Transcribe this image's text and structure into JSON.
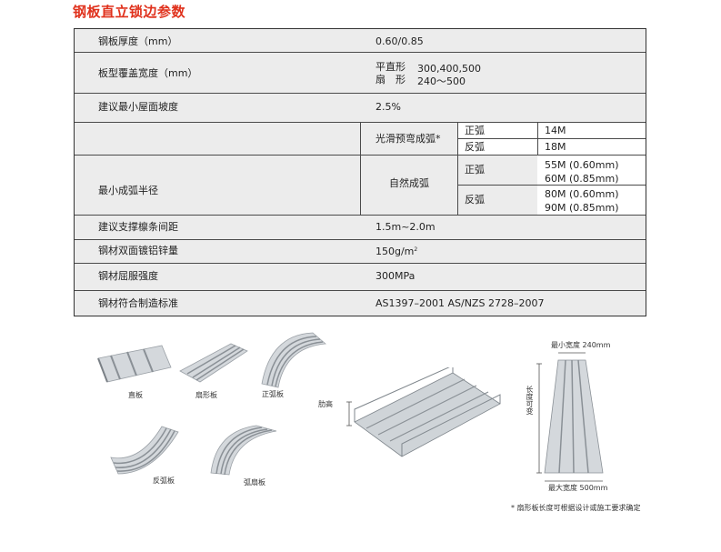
{
  "title": "钢板直立锁边参数",
  "table": {
    "thickness": {
      "label": "钢板厚度（mm）",
      "value": "0.60/0.85"
    },
    "coverage": {
      "label": "板型覆盖宽度（mm）",
      "straight_label": "平直形",
      "straight_value": "300,400,500",
      "fan_label": "扇　形",
      "fan_value": "240～500"
    },
    "slope": {
      "label": "建议最小屋面坡度",
      "value": "2.5%"
    },
    "radius": {
      "label": "最小成弧半径",
      "smooth_label": "光滑预弯成弧*",
      "smooth_pos_label": "正弧",
      "smooth_pos_value": "14M",
      "smooth_neg_label": "反弧",
      "smooth_neg_value": "18M",
      "natural_label": "自然成弧",
      "natural_pos_label": "正弧",
      "natural_pos_value1": "55M (0.60mm)",
      "natural_pos_value2": "60M (0.85mm)",
      "natural_neg_label": "反弧",
      "natural_neg_value1": "80M (0.60mm)",
      "natural_neg_value2": "90M (0.85mm)"
    },
    "purlin": {
      "label": "建议支撑檩条间距",
      "value": "1.5m~2.0m"
    },
    "coating": {
      "label": "钢材双面镀铝锌量",
      "value": "150g/m",
      "value_sup": "2"
    },
    "yield": {
      "label": "钢材屈服强度",
      "value": "300MPa"
    },
    "standard": {
      "label": "钢材符合制造标准",
      "value": "AS1397–2001 AS/NZS 2728–2007"
    }
  },
  "figures": {
    "straight": "直板",
    "fan": "扇形板",
    "positive_arc": "正弧板",
    "negative_arc": "反弧板",
    "arc_fan": "弧扇板",
    "rib_height": "肋高",
    "min_width": "最小宽度 240mm",
    "max_width": "最大宽度 500mm",
    "variable_length": "长度可变",
    "footnote": "* 扇形板长度可根据设计或施工要求确定"
  }
}
